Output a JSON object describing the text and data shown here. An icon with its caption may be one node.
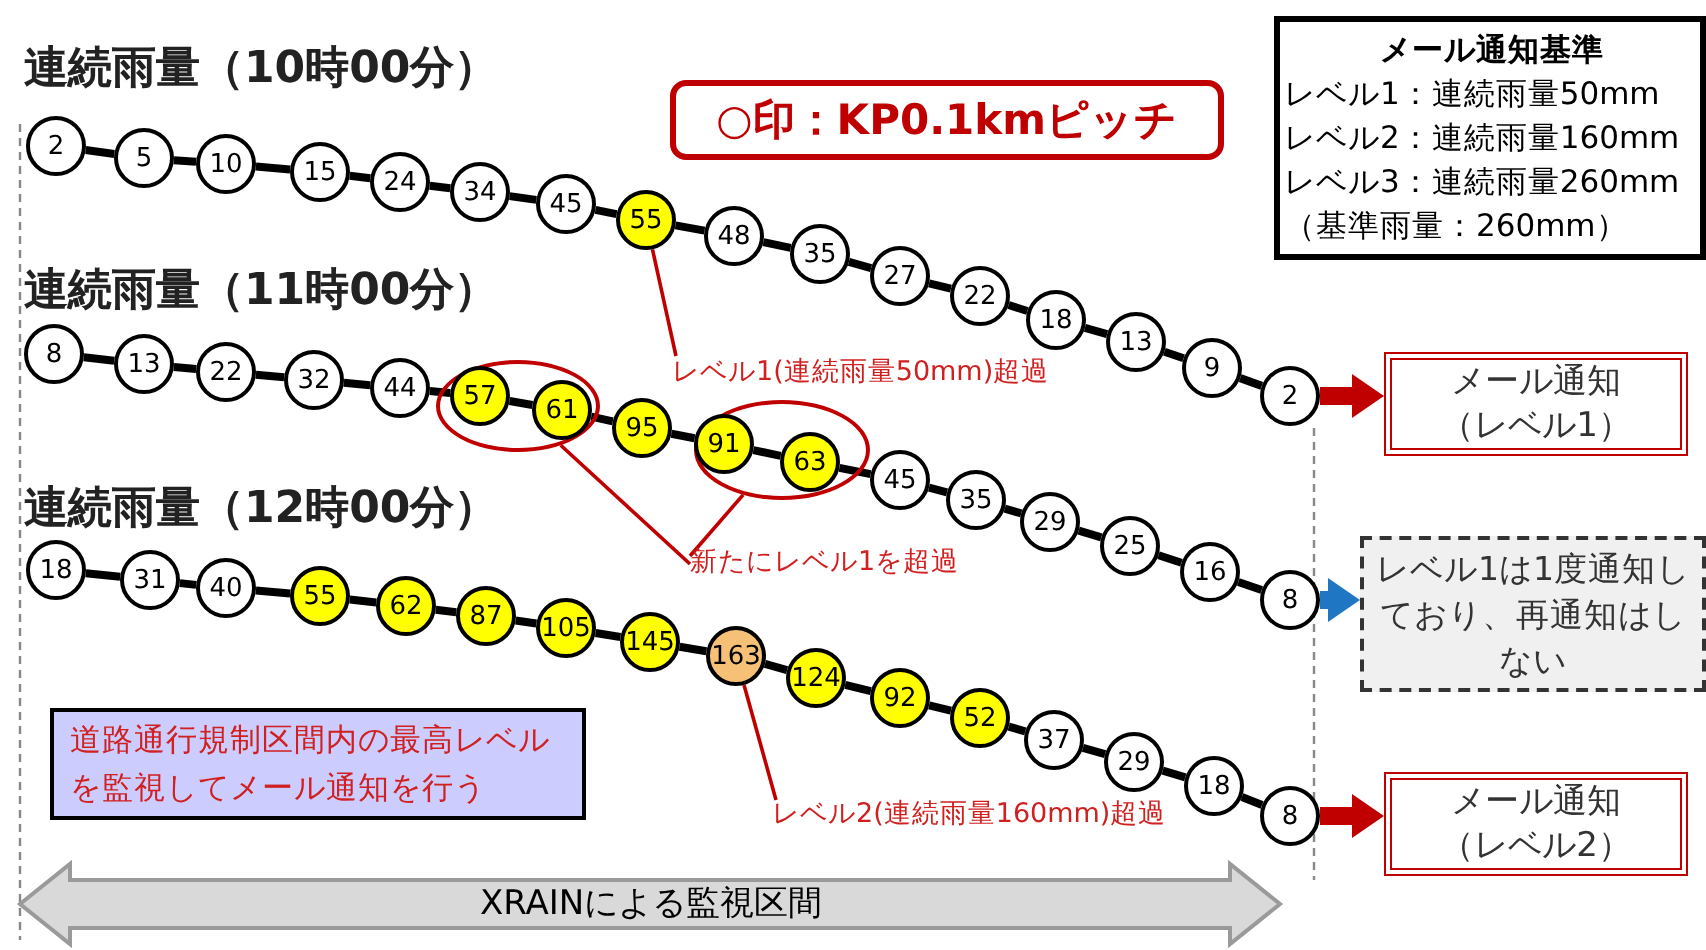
{
  "diagram": {
    "nodes": [
      {
        "text": [
          "2"
        ]
      },
      {
        "text": [
          "5"
        ]
      },
      {
        "text": [
          "10"
        ]
      },
      {
        "text": [
          "15"
        ]
      },
      {
        "text": [
          "24"
        ]
      },
      {
        "text": [
          "34"
        ]
      },
      {
        "text": [
          "45"
        ]
      },
      {
        "text": [
          "55"
        ]
      },
      {
        "text": [
          "48"
        ]
      },
      {
        "text": [
          "35"
        ]
      },
      {
        "text": [
          "27"
        ]
      },
      {
        "text": [
          "22"
        ]
      },
      {
        "text": [
          "18"
        ]
      },
      {
        "text": [
          "13"
        ]
      },
      {
        "text": [
          "9"
        ]
      },
      {
        "text": [
          "2"
        ]
      },
      {
        "text": [
          "8"
        ]
      },
      {
        "text": [
          "13"
        ]
      },
      {
        "text": [
          "22"
        ]
      },
      {
        "text": [
          "32"
        ]
      },
      {
        "text": [
          "44"
        ]
      },
      {
        "text": [
          "57"
        ],
        "in": 55
      },
      {
        "text": [
          "61"
        ],
        "in": 55
      },
      {
        "text": [
          "95"
        ]
      },
      {
        "text": [
          "91"
        ],
        "in": 56
      },
      {
        "text": [
          "63"
        ],
        "in": 56
      },
      {
        "text": [
          "45"
        ]
      },
      {
        "text": [
          "35"
        ]
      },
      {
        "text": [
          "29"
        ]
      },
      {
        "text": [
          "25"
        ]
      },
      {
        "text": [
          "16"
        ]
      },
      {
        "text": [
          "8"
        ]
      },
      {
        "text": [
          "18"
        ]
      },
      {
        "text": [
          "31"
        ]
      },
      {
        "text": [
          "40"
        ]
      },
      {
        "text": [
          "55"
        ]
      },
      {
        "text": [
          "62"
        ]
      },
      {
        "text": [
          "87"
        ]
      },
      {
        "text": [
          "105"
        ]
      },
      {
        "text": [
          "145"
        ]
      },
      {
        "text": [
          "163"
        ]
      },
      {
        "text": [
          "124"
        ]
      },
      {
        "text": [
          "92"
        ]
      },
      {
        "text": [
          "52"
        ]
      },
      {
        "text": [
          "37"
        ]
      },
      {
        "text": [
          "29"
        ]
      },
      {
        "text": [
          "18"
        ]
      },
      {
        "text": [
          "8"
        ]
      },
      {
        "text": [
          "○印：KP0.1kmピッチ"
        ]
      },
      {
        "text": [
          "メール通知基準",
          "レベル1：連続雨量50mm",
          "レベル2：連続雨量160mm",
          "レベル3：連続雨量260mm",
          "（基準雨量：260mm）"
        ]
      },
      {
        "text": [
          "メール通知（レベル1）"
        ]
      },
      {
        "text": [
          "レベル1は1度通知しており、再通知はしない"
        ]
      },
      {
        "text": [
          "メール通知（レベル2）"
        ]
      },
      {
        "text": [
          "道路通行規制区間内の最高レベルを監視してメール通知を行う"
        ]
      },
      {
        "text": [
          "レベル1(連続雨量50mm)超過"
        ]
      },
      {
        "text": [],
        "shape": "circle"
      },
      {
        "text": [],
        "shape": "circle"
      },
      {
        "text": [
          "新たにレベル1を超過"
        ]
      },
      {
        "text": [
          "レベル2(連続雨量160mm)超過"
        ]
      }
    ],
    "edges": [
      {
        "from": 0,
        "to": 1,
        "arrow": "none"
      },
      {
        "from": 1,
        "to": 2,
        "arrow": "none"
      },
      {
        "from": 2,
        "to": 3,
        "arrow": "none"
      },
      {
        "from": 3,
        "to": 4,
        "arrow": "none"
      },
      {
        "from": 4,
        "to": 5,
        "arrow": "none"
      },
      {
        "from": 5,
        "to": 6,
        "arrow": "none"
      },
      {
        "from": 6,
        "to": 7,
        "arrow": "none"
      },
      {
        "from": 7,
        "to": 8,
        "arrow": "none"
      },
      {
        "from": 8,
        "to": 9,
        "arrow": "none"
      },
      {
        "from": 9,
        "to": 10,
        "arrow": "none"
      },
      {
        "from": 10,
        "to": 11,
        "arrow": "none"
      },
      {
        "from": 11,
        "to": 12,
        "arrow": "none"
      },
      {
        "from": 12,
        "to": 13,
        "arrow": "none"
      },
      {
        "from": 13,
        "to": 14,
        "arrow": "none"
      },
      {
        "from": 14,
        "to": 15,
        "arrow": "none"
      },
      {
        "from": 16,
        "to": 17,
        "arrow": "none"
      },
      {
        "from": 17,
        "to": 18,
        "arrow": "none"
      },
      {
        "from": 18,
        "to": 19,
        "arrow": "none"
      },
      {
        "from": 19,
        "to": 20,
        "arrow": "none"
      },
      {
        "from": 20,
        "to": 21,
        "arrow": "none"
      },
      {
        "from": 21,
        "to": 22,
        "arrow": "none"
      },
      {
        "from": 22,
        "to": 23,
        "arrow": "none"
      },
      {
        "from": 23,
        "to": 24,
        "arrow": "none"
      },
      {
        "from": 24,
        "to": 25,
        "arrow": "none"
      },
      {
        "from": 25,
        "to": 26,
        "arrow": "none"
      },
      {
        "from": 26,
        "to": 27,
        "arrow": "none"
      },
      {
        "from": 27,
        "to": 28,
        "arrow": "none"
      },
      {
        "from": 28,
        "to": 29,
        "arrow": "none"
      },
      {
        "from": 29,
        "to": 30,
        "arrow": "none"
      },
      {
        "from": 30,
        "to": 31,
        "arrow": "none"
      },
      {
        "from": 32,
        "to": 33,
        "arrow": "none"
      },
      {
        "from": 33,
        "to": 34,
        "arrow": "none"
      },
      {
        "from": 34,
        "to": 35,
        "arrow": "none"
      },
      {
        "from": 35,
        "to": 36,
        "arrow": "none"
      },
      {
        "from": 36,
        "to": 37,
        "arrow": "none"
      },
      {
        "from": 37,
        "to": 38,
        "arrow": "none"
      },
      {
        "from": 38,
        "to": 39,
        "arrow": "none"
      },
      {
        "from": 39,
        "to": 40,
        "arrow": "none"
      },
      {
        "from": 40,
        "to": 41,
        "arrow": "none"
      },
      {
        "from": 41,
        "to": 42,
        "arrow": "none"
      },
      {
        "from": 42,
        "to": 43,
        "arrow": "none"
      },
      {
        "from": 43,
        "to": 44,
        "arrow": "none"
      },
      {
        "from": 44,
        "to": 45,
        "arrow": "none"
      },
      {
        "from": 45,
        "to": 46,
        "arrow": "none"
      },
      {
        "from": 46,
        "to": 47,
        "arrow": "none"
      },
      {
        "from": 15,
        "to": 50,
        "arrow": "to",
        "style": "thick",
        "color": "#c00000"
      },
      {
        "from": 31,
        "to": 51,
        "arrow": "to",
        "style": "thick",
        "color": "#1f77c4"
      },
      {
        "from": 47,
        "to": 52,
        "arrow": "to",
        "style": "thick",
        "color": "#c00000"
      },
      {
        "from": 54,
        "to": 7,
        "arrow": "none",
        "color": "#c00000"
      },
      {
        "from": 57,
        "to": 55,
        "arrow": "none",
        "color": "#c00000"
      },
      {
        "from": 57,
        "to": 56,
        "arrow": "none",
        "color": "#c00000"
      },
      {
        "from": 58,
        "to": 40,
        "arrow": "none",
        "color": "#c00000"
      }
    ],
    "labels": [
      "連続雨量（10時00分）",
      "連続雨量（11時00分）",
      "連続雨量（12時00分）",
      "XRAINによる監視区間"
    ]
  }
}
